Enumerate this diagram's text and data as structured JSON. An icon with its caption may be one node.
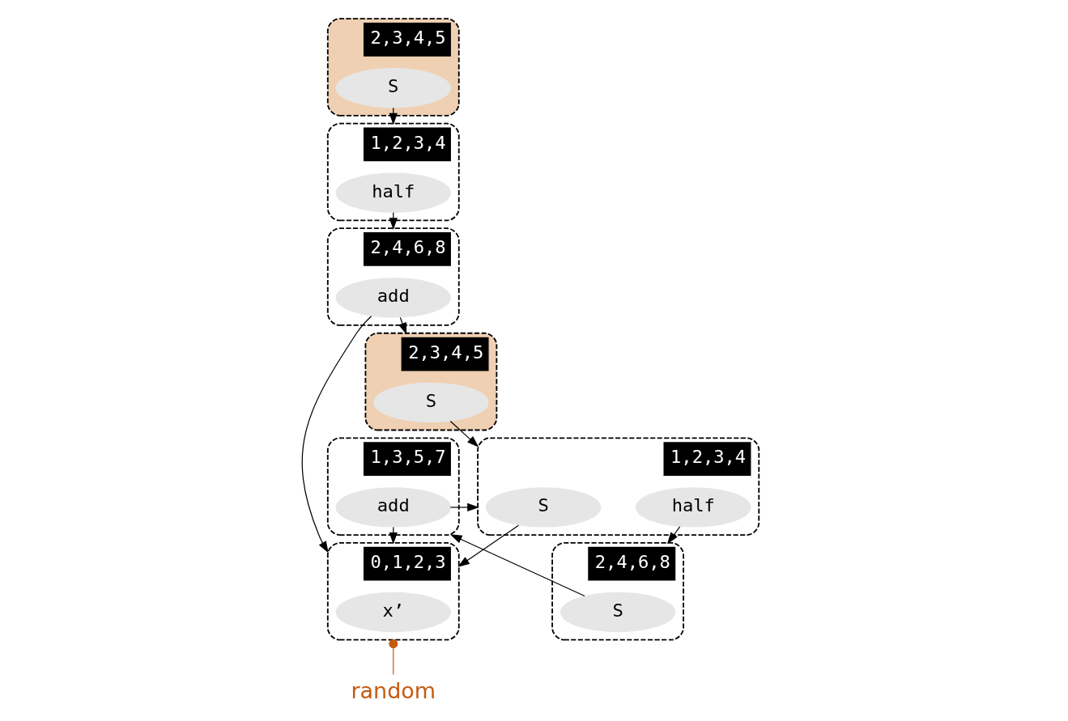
{
  "diagram": {
    "nodes": [
      {
        "text": [
          "2,3,4,5"
        ]
      },
      {
        "text": [
          "S"
        ],
        "in": 0
      },
      {
        "text": [
          "1,2,3,4"
        ]
      },
      {
        "text": [
          "half"
        ],
        "in": 2
      },
      {
        "text": [
          "2,4,6,8"
        ]
      },
      {
        "text": [
          "add"
        ],
        "in": 4
      },
      {
        "text": [
          "2,3,4,5"
        ]
      },
      {
        "text": [
          "S"
        ],
        "in": 6
      },
      {
        "text": [
          "1,2,3,4"
        ]
      },
      {
        "text": [
          "S"
        ],
        "in": 8
      },
      {
        "text": [
          "half"
        ],
        "in": 8
      },
      {
        "text": [
          "2,4,6,8"
        ]
      },
      {
        "text": [
          "S"
        ],
        "in": 11
      },
      {
        "text": [
          "1,3,5,7"
        ]
      },
      {
        "text": [
          "add"
        ],
        "in": 13
      },
      {
        "text": [
          "0,1,2,3"
        ]
      },
      {
        "text": [
          "x’"
        ],
        "in": 15
      },
      {
        "text": [
          "random"
        ]
      }
    ],
    "edges": [
      {
        "from": 1,
        "to": 2,
        "arrow": "to"
      },
      {
        "from": 3,
        "to": 4,
        "arrow": "to"
      },
      {
        "from": 5,
        "to": 15,
        "arrow": "to"
      },
      {
        "from": 5,
        "to": 6,
        "arrow": "to"
      },
      {
        "from": 7,
        "to": 8,
        "arrow": "to"
      },
      {
        "from": 9,
        "to": 15,
        "arrow": "to"
      },
      {
        "from": 10,
        "to": 11,
        "arrow": "to"
      },
      {
        "from": 12,
        "to": 13,
        "arrow": "to"
      },
      {
        "from": 14,
        "to": 15,
        "arrow": "to"
      },
      {
        "from": 14,
        "to": 8,
        "arrow": "to"
      },
      {
        "from": 17,
        "to": 15,
        "arrow": "other",
        "color": "#c55a11"
      }
    ]
  }
}
